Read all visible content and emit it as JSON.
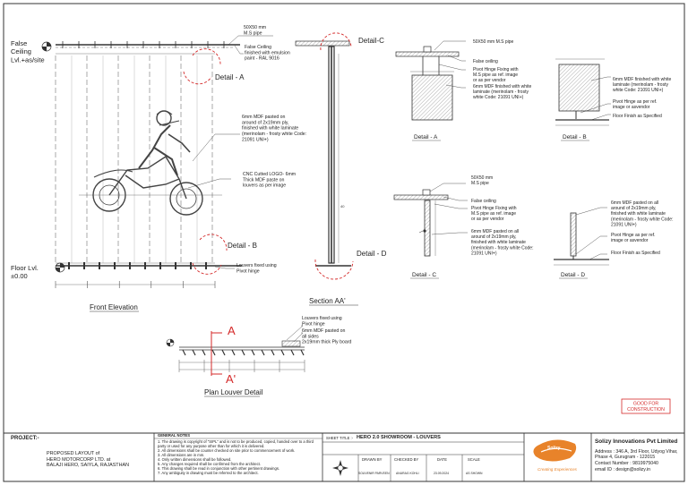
{
  "drawing": {
    "false_ceiling": "False\nCeiling\nLvl.+as/site",
    "floor_lvl": "Floor Lvl.\n±0.00",
    "detail_a_tag": "Detail - A",
    "detail_b_tag": "Detail - B",
    "detail_c_tag": "Detail-C",
    "detail_d_tag": "Detail - D",
    "note_ms_pipe": "50X50 mm\nM.S pipe",
    "note_false_ceiling": "False Ceiling\nfinished with emulsion\npaint - RAL 9016",
    "note_mdf": "6mm MDF pasted on\naround of 2x19mm ply,\nfinished with white laminate\n(merinolam - frosty white Code:\n21091 UNI+)",
    "note_cnc": "CNC Cutted LOGO- 6mm\nThick MDF paste on\nlouvers as per image",
    "note_louvers": "Louvers fixed using\nPivot hinge",
    "front_elevation": "Front Elevation",
    "section_aa": "Section AA'",
    "plan_title": "Plan Louver Detail",
    "plan_note1": "Louvers fixed using\nPivot hinge",
    "plan_note2": "6mm MDF pasted on\nall sides\n2x19mm thick Ply board",
    "cut_a": "A",
    "cut_a2": "A'",
    "da_pipe": "50X50 mm M.S pipe",
    "da_ceiling": "False ceiling",
    "da_hinge": "Pivot Hinge Fixing with\nM.S pipe as ref. image\nor as per vendor",
    "da_mdf": "6mm MDF finished with white\nlaminate (merinolam - frosty\nwhite Code: 21091 UNI+)",
    "db_mdf": "6mm MDF finished with white\nlaminate (merinolam - frosty\nwhite Code: 21091 UNI+)",
    "db_hinge": "Pivot Hinge as per ref.\nimage or asvendor",
    "db_floor": "Floor Finish as Specified",
    "dc_pipe": "50X50 mm\nM.S pipe",
    "dc_ceiling": "False ceiling",
    "dc_hinge": "Pivot Hinge Fixing with\nM.S pipe as ref. image\nor as per vendor",
    "dc_mdf": "6mm MDF pasted on all\naround of 2x19mm ply,\nfinished with white laminate\n(merinolam - frosty white Code:\n21091 UNI+)",
    "dd_mdf": "6mm MDF pasted on all\naround of 2x19mm ply,\nfinished with white laminate\n(merinolam - frosty white Code:\n21091 UNI+)",
    "dd_hinge": "Pivot Hinge as per ref.\nimage or asvendor",
    "dd_floor": "Floor Finish as Specified",
    "caption_a": "Detail - A",
    "caption_b": "Detail - B",
    "caption_c": "Detail - C",
    "caption_d": "Detail - D",
    "stamp": "GOOD FOR\nCONSTRUCTION"
  },
  "title_block": {
    "project_label": "PROJECT:-",
    "project_text": "PROPOSED LAYOUT of\nHERO MOTORCORP LTD. at\nBALAJI HERO, SAIYLA, RAJASTHAN",
    "notes_heading": "GENERAL NOTES",
    "notes": [
      "1. The drawing is copyright of \"SIPL\" and is not to be produced, copied, handed over to a third party or used for any purpose other than for which it is delivered.",
      "2. All dimensions shall be counter checked on site prior to commencement of work.",
      "3. All dimensions are in mm.",
      "4. Only written dimensions shall be followed.",
      "5. Any changes required shall be confirmed from the architect.",
      "6. This drawing shall be read in conjunction with other pertinent drawings.",
      "7. Any ambiguity in drawing must be referred to the architect."
    ],
    "sheet_title_label": "SHEET TITLE :-",
    "sheet_title": "HERO 2.0 SHOWROOM - LOUVERS",
    "drawn_label": "DRAWN BY",
    "drawn_value": "SOUVENIR PARVEEN",
    "checked_label": "CHECKED BY",
    "checked_value": "ANURAG KOHLI",
    "date_label": "DATE",
    "date_value": "23.09.2024",
    "scale_label": "SCALE",
    "scale_value": "AS SHOWN",
    "logo_name": "Solizy",
    "logo_tagline": "Creating Experiences",
    "company_name": "Solizy Innovations Pvt Limited",
    "address": "Address : 346 A, 3rd Floor, Udyog Vihar,\nPhase 4, Gurugram - 122015",
    "contact": "Contact Number : 9819975040",
    "email": "email ID : design@solizy.in"
  },
  "colors": {
    "line": "#333333",
    "accent_red": "#d42a2a",
    "stamp_red": "#d42a2a",
    "logo_orange": "#e8832a",
    "hatch": "#777777"
  }
}
